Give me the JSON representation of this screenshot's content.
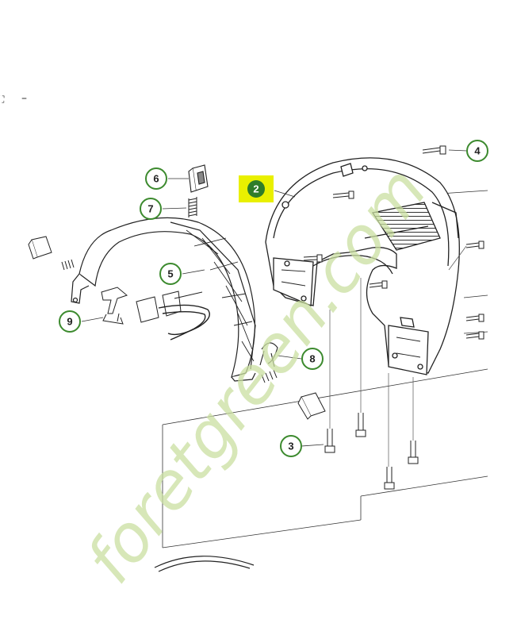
{
  "toolbar": {
    "fullscreen_icon": "fullscreen-icon",
    "zoom_out_icon": "minus-icon"
  },
  "diagram": {
    "callouts": [
      {
        "id": "2",
        "highlighted": true
      },
      {
        "id": "3"
      },
      {
        "id": "4"
      },
      {
        "id": "5"
      },
      {
        "id": "6"
      },
      {
        "id": "7"
      },
      {
        "id": "8"
      },
      {
        "id": "9"
      }
    ]
  },
  "watermark": {
    "text": "foretgreen.com",
    "color_dark": "#c9dfa0",
    "color_light": "#e6dfcf"
  },
  "colors": {
    "callout_ring": "#3c8a2e",
    "highlight_fill": "#e9f000",
    "highlight_circle": "#2f7d2a",
    "line": "#222222",
    "part_fill": "#ffffff"
  }
}
